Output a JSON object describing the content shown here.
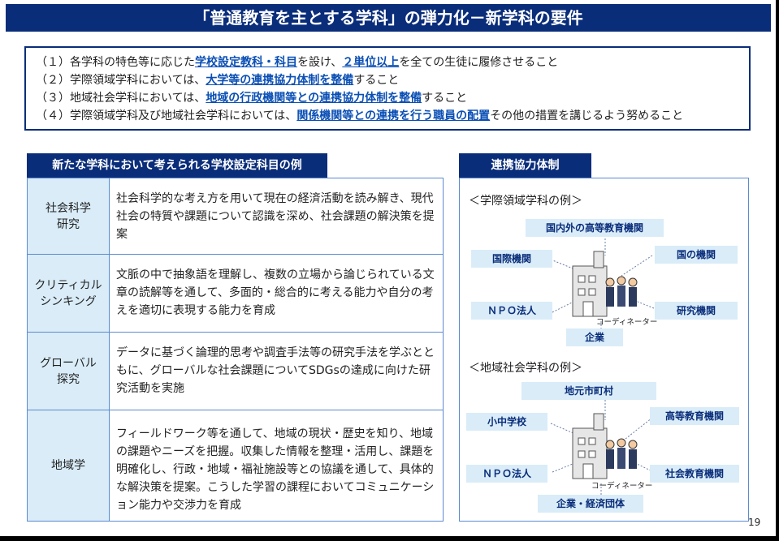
{
  "title": "「普通教育を主とする学科」の弾力化－新学科の要件",
  "requirements": [
    {
      "prefix": "（１）各学科の特色等に応じた",
      "hl1": "学校設定教科・科目",
      "mid": "を設け、",
      "hl2": "２単位以上",
      "suffix": "を全ての生徒に履修させること"
    },
    {
      "prefix": "（２）学際領域学科においては、",
      "hl1": "大学等の連携協力体制を整備",
      "mid": "",
      "hl2": "",
      "suffix": "すること"
    },
    {
      "prefix": "（３）地域社会学科においては、",
      "hl1": "地域の行政機関等との連携協力体制を整備",
      "mid": "",
      "hl2": "",
      "suffix": "すること"
    },
    {
      "prefix": "（４）学際領域学科及び地域社会学科においては、",
      "hl1": "関係機関等との連携を行う職員の配置",
      "mid": "",
      "hl2": "",
      "suffix": "その他の措置を講じるよう努めること"
    }
  ],
  "left_section": {
    "header": "新たな学科において考えられる学校設定科目の例",
    "rows": [
      {
        "name": "社会科学\n研究",
        "desc": "社会科学的な考え方を用いて現在の経済活動を読み解き、現代社会の特質や課題について認識を深め、社会課題の解決策を提案"
      },
      {
        "name": "クリティカル\nシンキング",
        "desc": "文脈の中で抽象語を理解し、複数の立場から論じられている文章の読解等を通して、多面的・総合的に考える能力や自分の考えを適切に表現する能力を育成"
      },
      {
        "name": "グローバル\n探究",
        "desc": "データに基づく論理的思考や調査手法等の研究手法を学ぶとともに、グローバルな社会課題についてSDGsの達成に向けた研究活動を実施"
      },
      {
        "name": "地域学",
        "desc": "フィールドワーク等を通して、地域の現状・歴史を知り、地域の課題やニーズを把握。収集した情報を整理・活用し、課題を明確化し、行政・地域・福祉施設等との協議を通して、具体的な解決策を提案。こうした学習の課程においてコミュニケーション能力や交渉力を育成"
      }
    ]
  },
  "right_section": {
    "header": "連携協力体制",
    "example1": {
      "label": "＜学際領域学科の例＞",
      "nodes": [
        "国内外の高等教育機関",
        "国際機関",
        "国の機関",
        "ＮＰＯ法人",
        "研究機関",
        "企業"
      ],
      "coordinator": "コーディネーター"
    },
    "example2": {
      "label": "＜地域社会学科の例＞",
      "nodes": [
        "地元市町村",
        "小中学校",
        "高等教育機関",
        "ＮＰＯ法人",
        "社会教育機関",
        "企業・経済団体"
      ],
      "coordinator": "コーディネーター"
    }
  },
  "page_number": "19",
  "colors": {
    "navy": "#0a2d7a",
    "light_blue": "#d9ecf8",
    "link_blue": "#0a4fb5",
    "border": "#5b8bd0"
  }
}
